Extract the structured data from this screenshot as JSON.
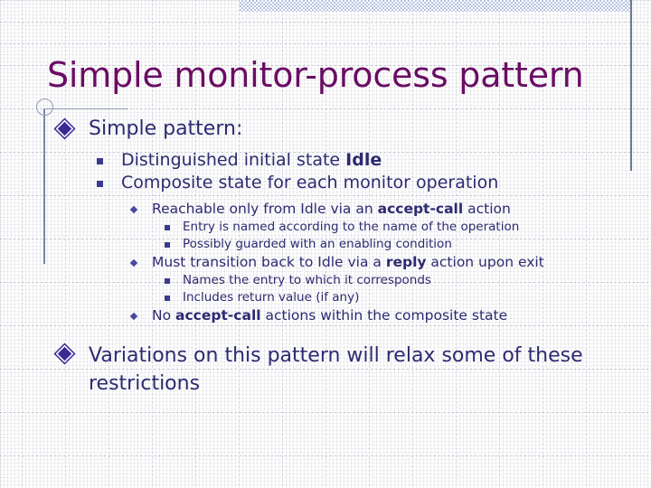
{
  "slide": {
    "title": "Simple monitor-process pattern",
    "title_color": "#6a0d63",
    "body_color": "#2d2a70",
    "accent_band_color": "#b4c3e2",
    "rule_color": "#6b7a96"
  },
  "bullets": {
    "l1_a": "Simple pattern:",
    "l2_a_pre": "Distinguished initial state ",
    "l2_a_bold": "Idle",
    "l2_b": "Composite state for each monitor operation",
    "l3_a_pre": "Reachable only from Idle via an ",
    "l3_a_bold": "accept-call",
    "l3_a_post": " action",
    "l4_a": "Entry is named according to the name of the operation",
    "l4_b": "Possibly guarded with an enabling condition",
    "l3_b_pre": "Must transition back to Idle via a ",
    "l3_b_bold": "reply",
    "l3_b_post": " action upon exit",
    "l4_c": "Names the entry to which it corresponds",
    "l4_d": "Includes return value (if any)",
    "l3_c_pre": "No ",
    "l3_c_bold": "accept-call",
    "l3_c_post": " actions within the composite state",
    "l1_b": "Variations on this pattern will relax some of these restrictions"
  }
}
